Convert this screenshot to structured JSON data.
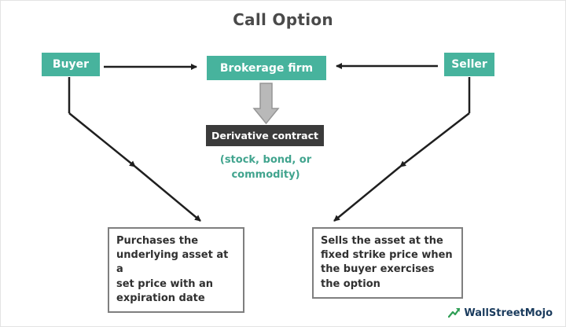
{
  "title": "Call Option",
  "diagram": {
    "buyer": {
      "label": "Buyer"
    },
    "brokerage": {
      "label": "Brokerage firm"
    },
    "seller": {
      "label": "Seller"
    },
    "derivative": {
      "label": "Derivative contract"
    },
    "derivative_note_lines": [
      "(stock, bond, or",
      "commodity)"
    ],
    "buyer_outcome_lines": [
      "Purchases the",
      "underlying asset at a",
      "set price with an",
      "expiration date"
    ],
    "seller_outcome_lines": [
      "Sells the asset at the",
      "fixed strike price when",
      "the buyer exercises",
      "the option"
    ]
  },
  "branding": {
    "logo_text": "WallStreetMojo"
  },
  "colors": {
    "teal_box": "#47b39d",
    "dark_box": "#3b3b3b",
    "arrow": "#1f1f1f",
    "block_arrow": "#b9b9b9",
    "note_text": "#41a48e",
    "logo_text": "#1a3b5d",
    "logo_green": "#2f9e55"
  }
}
